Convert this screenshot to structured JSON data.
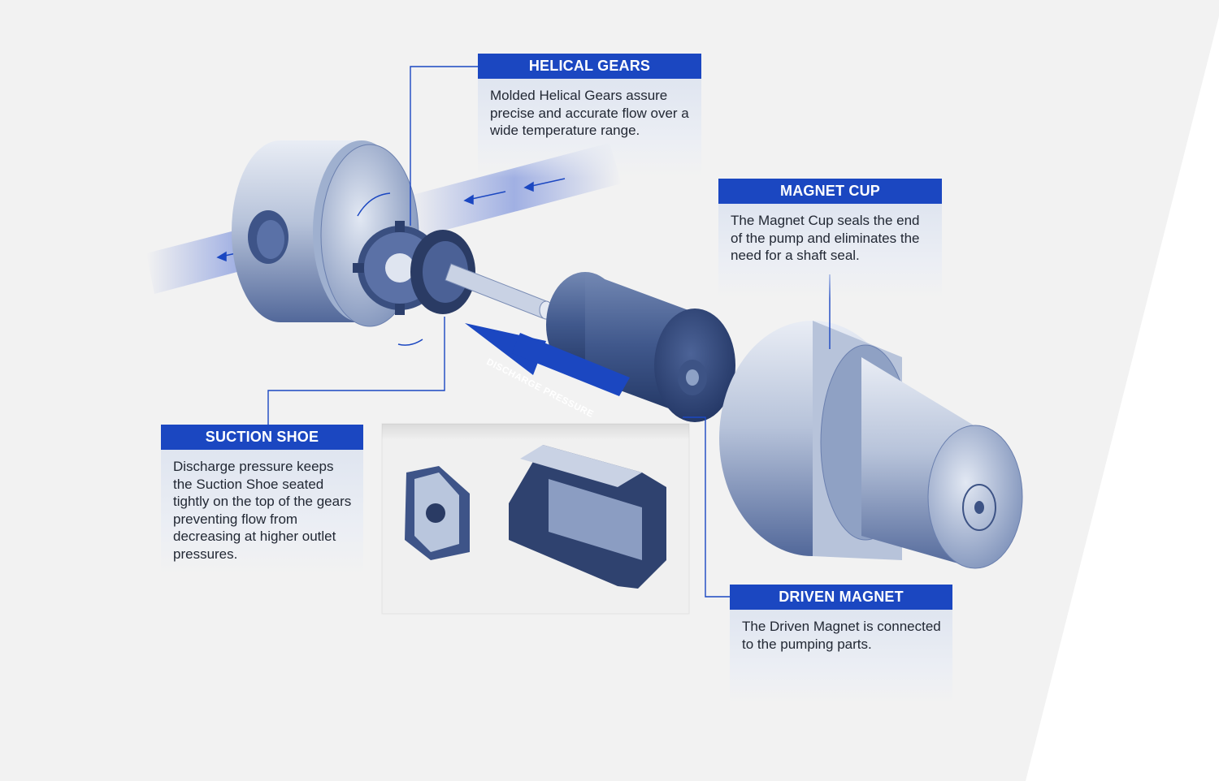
{
  "colors": {
    "accent": "#1b47c1",
    "background": "#f2f2f2",
    "panel_right": "#ffffff",
    "metal_light": "#dde3ee",
    "metal_dark": "#3a4f80",
    "text": "#222834"
  },
  "callouts": {
    "helical_gears": {
      "title": "HELICAL GEARS",
      "body": "Molded Helical Gears assure precise and accurate flow over a wide temperature range."
    },
    "magnet_cup": {
      "title": "MAGNET CUP",
      "body": "The Magnet Cup seals the end of the pump and eliminates the need for a shaft seal."
    },
    "suction_shoe": {
      "title": "SUCTION SHOE",
      "body": "Discharge pressure keeps the Suction Shoe seated tightly on the top of the gears preventing flow from decreasing at higher outlet pressures."
    },
    "driven_magnet": {
      "title": "DRIVEN MAGNET",
      "body": "The Driven Magnet is connected to the pumping parts."
    }
  },
  "discharge_label": "DISCHARGE PRESSURE",
  "icons": [
    "flow-arrow-icon",
    "rotation-arrow-icon",
    "discharge-arrow-icon"
  ]
}
